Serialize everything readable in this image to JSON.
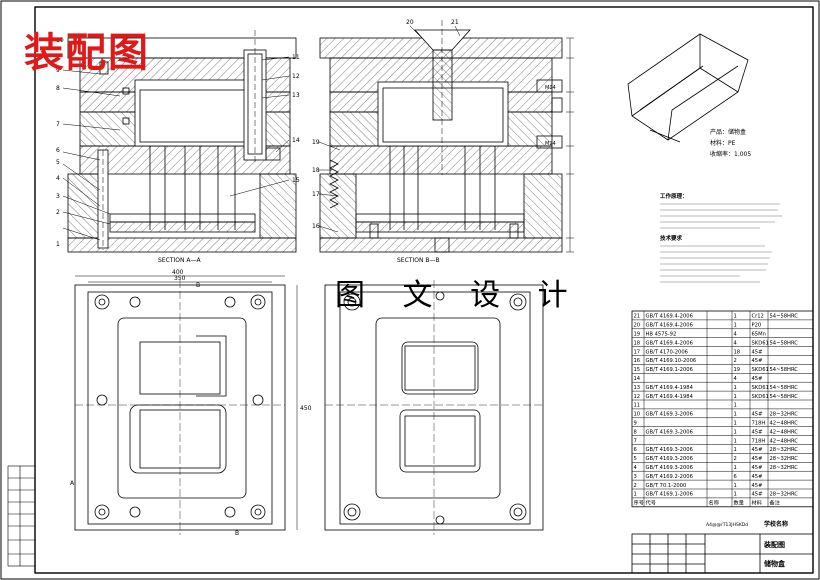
{
  "watermark_title": "装配图",
  "watermark_design": "图 文 设 计",
  "section_labels": {
    "aa": "SECTION A—A",
    "bb": "SECTION B—B"
  },
  "callouts_left": [
    "1",
    "2",
    "3",
    "4",
    "5",
    "6",
    "7",
    "8",
    "9",
    "10",
    "11",
    "12",
    "13",
    "14",
    "15"
  ],
  "callouts_right": [
    "16",
    "17",
    "18",
    "19"
  ],
  "callouts_top": [
    "20",
    "21"
  ],
  "dims": {
    "width_total": "400",
    "width_inner": "350",
    "height_total": "450",
    "ref_a": "A",
    "ref_b": "B",
    "port_label_1": "M24",
    "port_label_2": "M24"
  },
  "product": {
    "name_label": "产品：",
    "name": "储物盒",
    "material_label": "材料：",
    "material": "PE",
    "shrink_label": "收缩率：",
    "shrink": "1.005"
  },
  "tech_requirements": {
    "title1": "工作原理：",
    "title2": "技术要求"
  },
  "bom_header": [
    "序号",
    "代号",
    "名称",
    "数量",
    "材料",
    "备注"
  ],
  "bom": [
    [
      "21",
      "GB/T 4169.4-2006",
      "",
      "1",
      "Cr12",
      "54~58HRC"
    ],
    [
      "20",
      "GB/T 4169.4-2006",
      "",
      "1",
      "P20",
      ""
    ],
    [
      "19",
      "HB 4575-92",
      "",
      "4",
      "65Mn",
      ""
    ],
    [
      "18",
      "GB/T 4169.4-2006",
      "",
      "4",
      "SKD61",
      "54~58HRC"
    ],
    [
      "17",
      "GB/T 4170-2006",
      "",
      "18",
      "45#",
      ""
    ],
    [
      "16",
      "GB/T 4169.10-2006",
      "",
      "2",
      "45#",
      ""
    ],
    [
      "15",
      "GB/T 4169.1-2006",
      "",
      "19",
      "SKD61",
      "54~58HRC"
    ],
    [
      "14",
      "",
      "",
      "4",
      "45#",
      ""
    ],
    [
      "13",
      "GB/T 4169.4-1984",
      "",
      "1",
      "SKD61",
      "54~58HRC"
    ],
    [
      "12",
      "GB/T 4169.4-1984",
      "",
      "1",
      "SKD61",
      "54~58HRC"
    ],
    [
      "11",
      "",
      "",
      "1",
      "",
      ""
    ],
    [
      "10",
      "GB/T 4169.3-2006",
      "",
      "1",
      "45#",
      "28~32HRC"
    ],
    [
      "9",
      "",
      "",
      "1",
      "718H",
      "42~48HRC"
    ],
    [
      "8",
      "GB/T 4169.3-2006",
      "",
      "1",
      "45#",
      "42~48HRC"
    ],
    [
      "7",
      "",
      "",
      "1",
      "718H",
      "42~48HRC"
    ],
    [
      "6",
      "GB/T 4169.3-2006",
      "",
      "1",
      "45#",
      "28~32HRC"
    ],
    [
      "5",
      "GB/T 4169.3-2006",
      "",
      "2",
      "45#",
      "28~32HRC"
    ],
    [
      "4",
      "GB/T 4169.3-2006",
      "",
      "1",
      "45#",
      "28~32HRC"
    ],
    [
      "3",
      "GB/T 4169.2-2006",
      "",
      "6",
      "45#",
      ""
    ],
    [
      "2",
      "GB/T 70.1-2000",
      "",
      "1",
      "45#",
      ""
    ],
    [
      "1",
      "GB/T 4169.1-2006",
      "",
      "1",
      "45#",
      "28~32HRC"
    ]
  ],
  "title_block": {
    "school": "学校名称",
    "drawing": "装配图",
    "part": "储物盒",
    "scale_note": "A4@@rT13JHSKDd"
  }
}
